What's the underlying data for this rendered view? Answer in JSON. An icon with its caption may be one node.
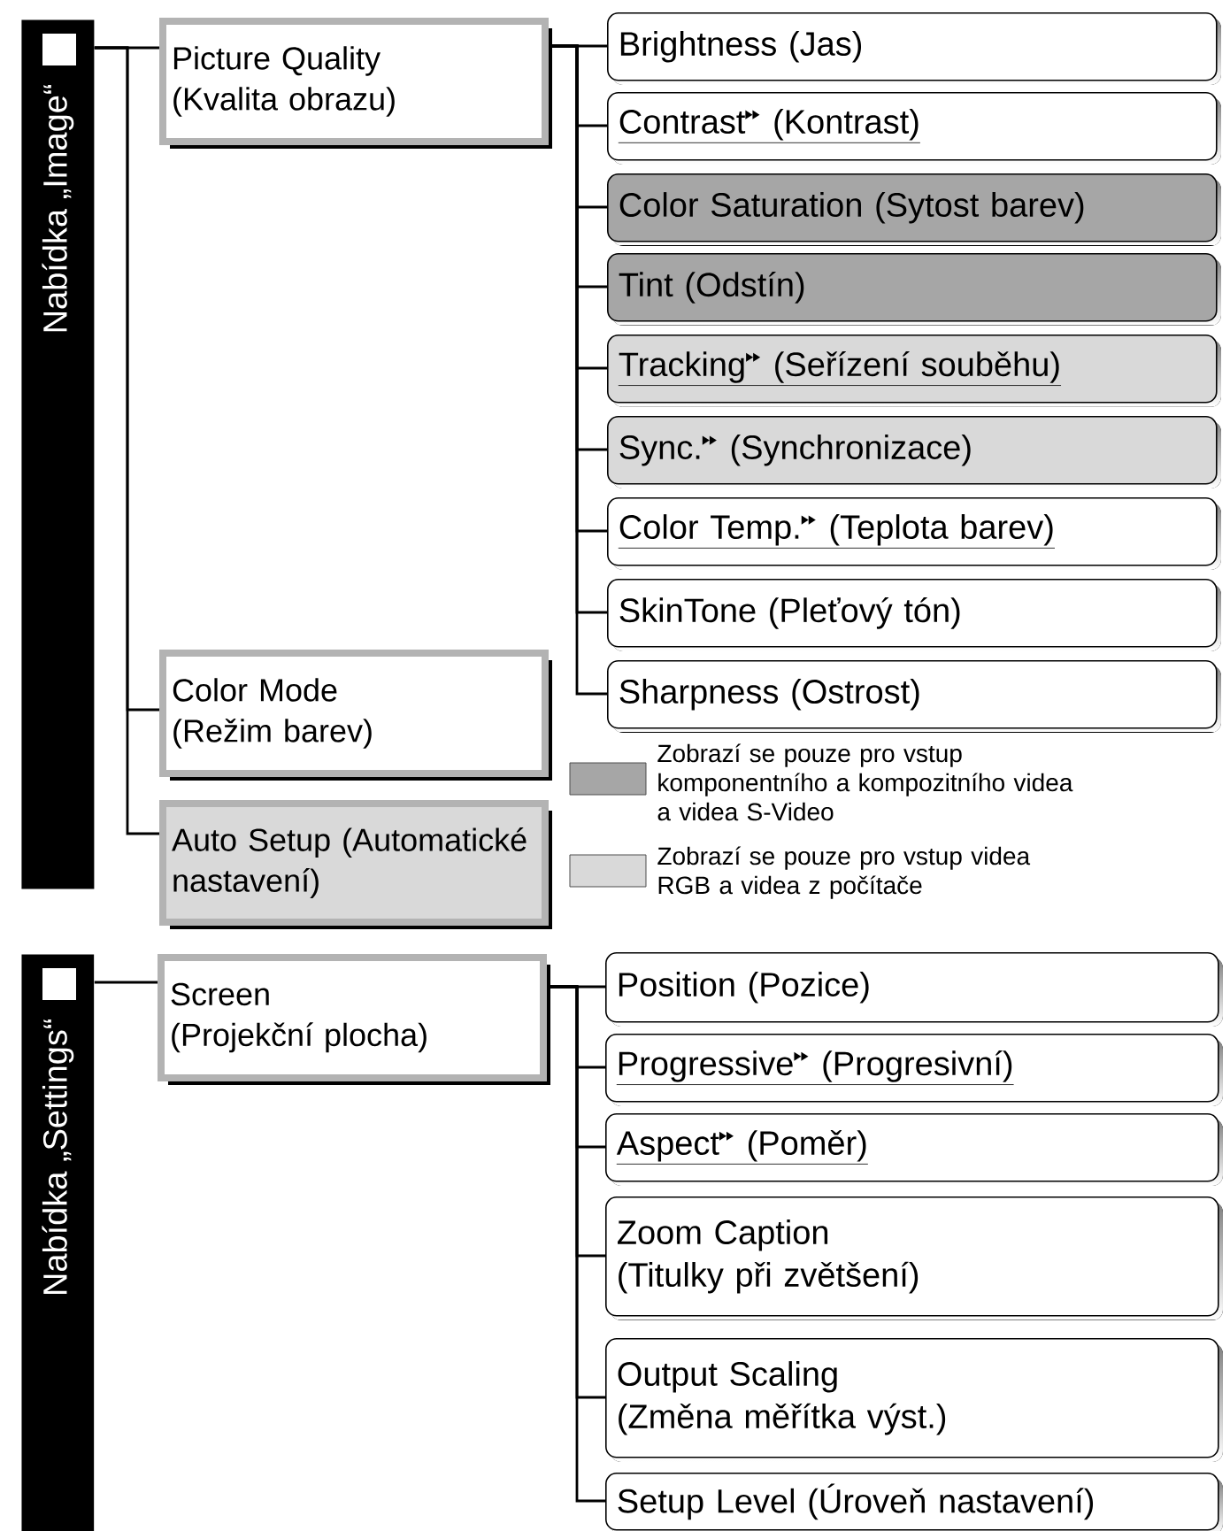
{
  "diagram": {
    "nodes": [
      {
        "text": [
          "Nabídka „Image“"
        ]
      },
      {
        "text": [
          "Picture Quality",
          "(Kvalita obrazu)"
        ]
      },
      {
        "text": [
          "Brightness (Jas)"
        ]
      },
      {
        "text": [
          "Contrast",
          "(Kontrast)"
        ]
      },
      {
        "text": [
          "Color Saturation (Sytost barev)"
        ]
      },
      {
        "text": [
          "Tint (Odstín)"
        ]
      },
      {
        "text": [
          "Tracking",
          "(Seřízení souběhu)"
        ]
      },
      {
        "text": [
          "Sync.",
          "(Synchronizace)"
        ]
      },
      {
        "text": [
          "Color Temp.",
          "(Teplota barev)"
        ]
      },
      {
        "text": [
          "SkinTone (Pleťový tón)"
        ]
      },
      {
        "text": [
          "Sharpness (Ostrost)"
        ]
      },
      {
        "text": [
          "Color Mode",
          "(Režim barev)"
        ]
      },
      {
        "text": [
          "Auto Setup (Automatické nastavení)"
        ]
      },
      {
        "text": [
          "Nabídka „Settings“"
        ]
      },
      {
        "text": [
          "Screen",
          "(Projekční plocha)"
        ]
      },
      {
        "text": [
          "Position (Pozice)"
        ]
      },
      {
        "text": [
          "Progressive",
          "(Progresivní)"
        ]
      },
      {
        "text": [
          "Aspect",
          "(Poměr)"
        ]
      },
      {
        "text": [
          "Zoom Caption",
          "(Titulky při zvětšení)"
        ]
      },
      {
        "text": [
          "Output Scaling",
          "(Změna měřítka výst.)"
        ]
      },
      {
        "text": [
          "Setup Level (Úroveň nastavení)"
        ]
      }
    ],
    "edges": [
      {
        "from": 0,
        "to": 1,
        "arrow": "none"
      },
      {
        "from": 0,
        "to": 11,
        "arrow": "none"
      },
      {
        "from": 0,
        "to": 12,
        "arrow": "none"
      },
      {
        "from": 1,
        "to": 2,
        "arrow": "none"
      },
      {
        "from": 1,
        "to": 3,
        "arrow": "none"
      },
      {
        "from": 1,
        "to": 4,
        "arrow": "none"
      },
      {
        "from": 1,
        "to": 5,
        "arrow": "none"
      },
      {
        "from": 1,
        "to": 6,
        "arrow": "none"
      },
      {
        "from": 1,
        "to": 7,
        "arrow": "none"
      },
      {
        "from": 1,
        "to": 8,
        "arrow": "none"
      },
      {
        "from": 1,
        "to": 9,
        "arrow": "none"
      },
      {
        "from": 1,
        "to": 10,
        "arrow": "none"
      },
      {
        "from": 13,
        "to": 14,
        "arrow": "none"
      },
      {
        "from": 14,
        "to": 15,
        "arrow": "none"
      },
      {
        "from": 14,
        "to": 16,
        "arrow": "none"
      },
      {
        "from": 14,
        "to": 17,
        "arrow": "none"
      },
      {
        "from": 14,
        "to": 18,
        "arrow": "none"
      },
      {
        "from": 14,
        "to": 19,
        "arrow": "none"
      },
      {
        "from": 14,
        "to": 20,
        "arrow": "none"
      }
    ],
    "legend": [
      {
        "text": "Zobrazí se pouze pro vstup komponentního a kompozitního videa a videa S-Video",
        "color": "#a6a6a6"
      },
      {
        "text": "Zobrazí se pouze pro vstup videa RGB a videa z počítače",
        "color": "#d9d9d9"
      }
    ]
  }
}
